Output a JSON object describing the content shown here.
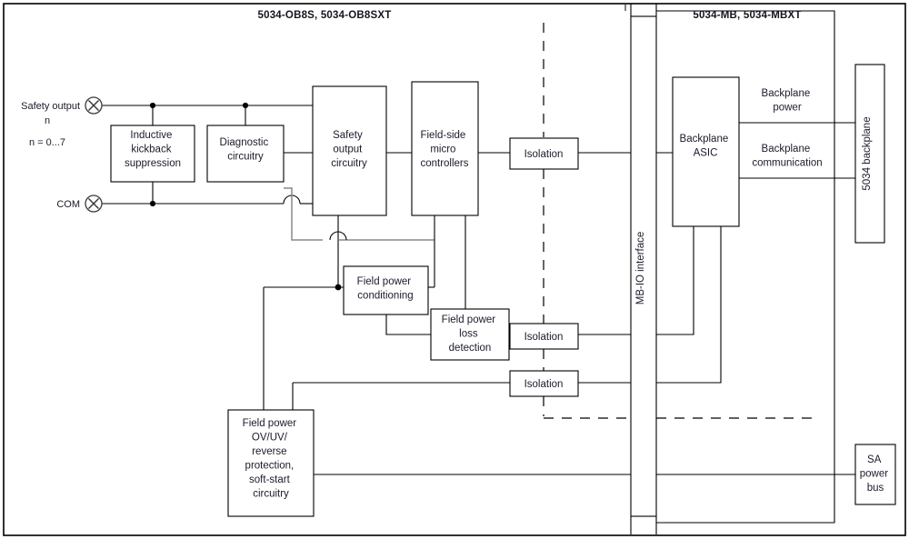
{
  "diagram": {
    "title_left": "5034-OB8S, 5034-OB8SXT",
    "title_right": "5034-MB, 5034-MBXT",
    "terminals": [
      {
        "id": "safety-output",
        "label_line1": "Safety output",
        "label_line2": "n",
        "label_line3": "n = 0...7",
        "icon": "screw-terminal-icon"
      },
      {
        "id": "com",
        "label_line1": "COM",
        "icon": "screw-terminal-icon"
      }
    ],
    "blocks": [
      {
        "id": "inductive-kickback-suppression",
        "lines": [
          "Inductive",
          "kickback",
          "suppression"
        ]
      },
      {
        "id": "diagnostic-circuitry",
        "lines": [
          "Diagnostic",
          "circuitry"
        ]
      },
      {
        "id": "safety-output-circuitry",
        "lines": [
          "Safety",
          "output",
          "circuitry"
        ]
      },
      {
        "id": "field-side-micro-controllers",
        "lines": [
          "Field-side",
          "micro",
          "controllers"
        ]
      },
      {
        "id": "field-power-conditioning",
        "lines": [
          "Field power",
          "conditioning"
        ]
      },
      {
        "id": "field-power-loss-detection",
        "lines": [
          "Field power",
          "loss",
          "detection"
        ]
      },
      {
        "id": "field-power-protection",
        "lines": [
          "Field power",
          "OV/UV/",
          "reverse",
          "protection,",
          "soft-start",
          "circuitry"
        ]
      },
      {
        "id": "isolation-top",
        "lines": [
          "Isolation"
        ]
      },
      {
        "id": "isolation-middle",
        "lines": [
          "Isolation"
        ]
      },
      {
        "id": "isolation-bottom",
        "lines": [
          "Isolation"
        ]
      },
      {
        "id": "mb-io-interface",
        "lines": [
          "MB-IO interface"
        ]
      },
      {
        "id": "backplane-asic",
        "lines": [
          "Backplane",
          "ASIC"
        ]
      },
      {
        "id": "backplane-5034",
        "lines": [
          "5034 backplane"
        ]
      },
      {
        "id": "sa-power-bus",
        "lines": [
          "SA",
          "power",
          "bus"
        ]
      }
    ],
    "wire_labels": [
      {
        "id": "backplane-power",
        "lines": [
          "Backplane",
          "power"
        ]
      },
      {
        "id": "backplane-communication",
        "lines": [
          "Backplane",
          "communication"
        ]
      }
    ],
    "colors": {
      "line": "#000000",
      "secondary_line": "#8a8a8a",
      "text": "#1b1b2b",
      "frame": "#000000",
      "background": "#ffffff"
    }
  }
}
